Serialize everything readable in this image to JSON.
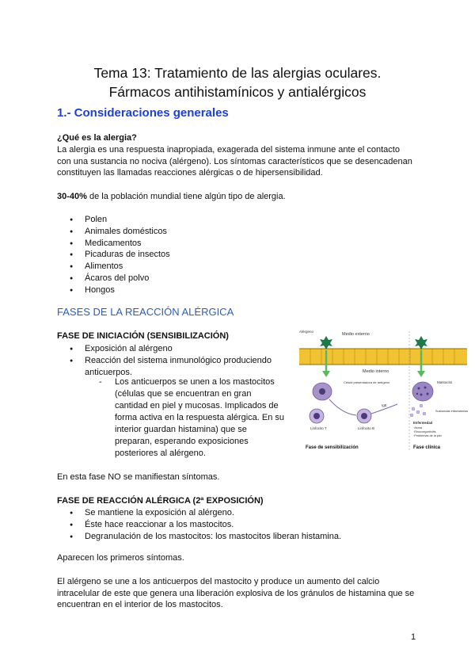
{
  "doc": {
    "title_line1": "Tema 13: Tratamiento de las alergias oculares.",
    "title_line2": "Fármacos antihistamínicos y antialérgicos",
    "section1": "1.- Consideraciones generales",
    "question": "¿Qué es la alergia?",
    "def": [
      "La alergia es una respuesta inapropiada, exagerada del sistema inmune ante el contacto",
      "con una sustancia no nociva (alérgeno). Los síntomas característicos que se desencadenan",
      "constituyen las llamadas reacciones alérgicas o de hipersensibilidad."
    ],
    "stat_bold": "30-40%",
    "stat_rest": " de la población mundial tiene algún tipo de alergia.",
    "allergens": [
      "Polen",
      "Animales domésticos",
      "Medicamentos",
      "Picaduras de insectos",
      "Alimentos",
      "Ácaros del polvo",
      "Hongos"
    ],
    "section2": "FASES DE LA REACCIÓN ALÉRGICA",
    "phase1_title": "FASE DE INICIACIÓN (SENSIBILIZACIÓN)",
    "phase1_items": [
      "Exposición al alérgeno",
      "Reacción del sistema inmunológico produciendo",
      "anticuerpos."
    ],
    "phase1_sub_dash": "-",
    "phase1_sub": [
      "Los anticuerpos se unen a los mastocitos",
      "(células que se encuentran en gran",
      "cantidad en piel y mucosas. Implicados de",
      "forma activa en la respuesta alérgica. En su",
      "interior guardan histamina) que se",
      "preparan, esperando exposiciones",
      "posteriores al alérgeno."
    ],
    "phase1_note": "En esta fase NO se manifiestan síntomas.",
    "phase2_title": "FASE DE REACCIÓN ALÉRGICA (2ª EXPOSICIÓN)",
    "phase2_items": [
      "Se mantiene la exposición al alérgeno.",
      "Éste hace reaccionar a los mastocitos.",
      "Degranulación de los mastocitos: los mastocitos liberan histamina."
    ],
    "phase2_note": "Aparecen los primeros síntomas.",
    "closing": [
      "El alérgeno se une a los anticuerpos del mastocito y produce un aumento del calcio",
      "intracelular de este que genera una liberación explosiva de los gránulos de histamina que se",
      "encuentran en el interior de los mastocitos."
    ],
    "page_number": "1"
  },
  "figure": {
    "alergeno": "Alérgeno",
    "medio_externo": "Medio externo",
    "medio_interno": "Medio interno",
    "celula": "Célula presentadora de antígeno",
    "mastocito": "Mastocito",
    "ige": "IgE",
    "linfocito_t": "Linfocito T",
    "linfocito_b": "Linfocito B",
    "sustancias": "Sustancias inflamatorias",
    "enfermedad": "Enfermedad",
    "enf_items": [
      "·Asma",
      "·Rinoconjuntivitis",
      "·Problemas de la piel"
    ],
    "fase_sens": "Fase de sensibilización",
    "fase_clin": "Fase clínica"
  }
}
